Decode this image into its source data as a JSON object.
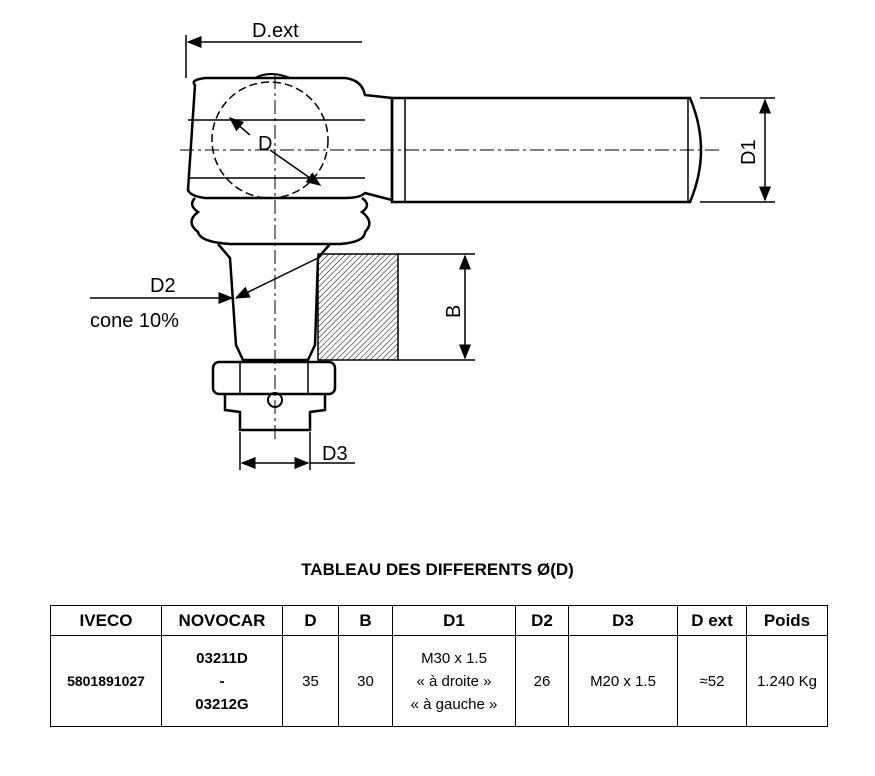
{
  "drawing": {
    "labels": {
      "d_ext": "D.ext",
      "d": "D",
      "d1": "D1",
      "d2": "D2",
      "cone": "cone 10%",
      "b": "B",
      "d3": "D3"
    }
  },
  "table": {
    "title": "TABLEAU DES DIFFERENTS Ø(D)",
    "headers": [
      "IVECO",
      "NOVOCAR",
      "D",
      "B",
      "D1",
      "D2",
      "D3",
      "D ext",
      "Poids"
    ],
    "row": {
      "iveco": "5801891027",
      "novocar": [
        "03211D",
        "-",
        "03212G"
      ],
      "d": "35",
      "b": "30",
      "d1": [
        "M30 x 1.5",
        "« à droite »",
        "« à gauche »"
      ],
      "d2": "26",
      "d3": "M20 x 1.5",
      "d_ext": "≈52",
      "poids": "1.240 Kg"
    }
  }
}
